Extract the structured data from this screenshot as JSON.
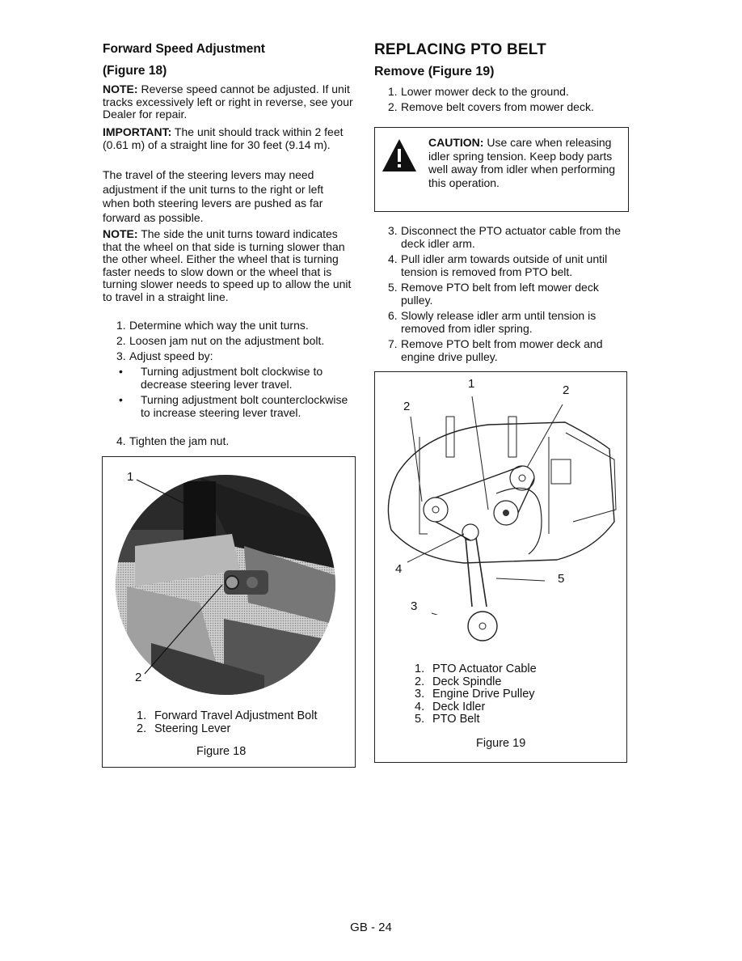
{
  "left": {
    "heading_line1": "Forward Speed Adjustment",
    "heading_line2": "(Figure 18)",
    "note1_label": "NOTE:",
    "note1_text": " Reverse speed cannot be adjusted. If unit tracks excessively left or right in reverse, see your Dealer for repair.",
    "important_label": "IMPORTANT:",
    "important_text": " The unit should track within 2 feet (0.61 m) of a straight line for 30 feet (9.14 m).",
    "travel_text": "The travel of the steering levers may need adjustment if the unit turns to the right or left when both steering levers are pushed as far forward as possible.",
    "note2_label": "NOTE:",
    "note2_text": " The side the unit turns toward indicates that the wheel on that side is turning slower than the other wheel. Either the wheel that is turning faster needs to slow down or the wheel that is turning slower needs to speed up to allow the unit to travel in a straight line.",
    "steps": [
      {
        "num": "1.",
        "text": "Determine which way the unit turns."
      },
      {
        "num": "2.",
        "text": "Loosen jam nut on the adjustment bolt."
      },
      {
        "num": "3.",
        "text": "Adjust speed by:"
      }
    ],
    "bullets": [
      {
        "mark": "•",
        "text": "Turning adjustment bolt clockwise to decrease steering lever travel."
      },
      {
        "mark": "•",
        "text": "Turning adjustment bolt counterclockwise to increase steering lever travel."
      }
    ],
    "step4": {
      "num": "4.",
      "text": "Tighten the jam nut."
    },
    "figure": {
      "callout1": "1",
      "callout2": "2",
      "legend": [
        {
          "num": "1.",
          "text": "Forward Travel Adjustment Bolt"
        },
        {
          "num": "2.",
          "text": "Steering Lever"
        }
      ],
      "caption": "Figure 18"
    }
  },
  "right": {
    "heading": "REPLACING PTO BELT",
    "subheading": "Remove (Figure 19)",
    "steps_a": [
      {
        "num": "1.",
        "text": "Lower mower deck to the ground."
      },
      {
        "num": "2.",
        "text": "Remove belt covers from mower deck."
      }
    ],
    "caution_label": "CAUTION:",
    "caution_text": " Use care when releasing idler spring tension. Keep body parts well away from idler when performing this operation.",
    "steps_b": [
      {
        "num": "3.",
        "text": "Disconnect the PTO actuator cable from the deck idler arm."
      },
      {
        "num": "4.",
        "text": "Pull idler arm towards outside of unit until tension is removed from PTO belt."
      },
      {
        "num": "5.",
        "text": "Remove PTO belt from left mower deck pulley."
      },
      {
        "num": "6.",
        "text": "Slowly release idler arm until tension is removed from idler spring."
      },
      {
        "num": "7.",
        "text": "Remove PTO belt from mower deck and engine drive pulley."
      }
    ],
    "figure": {
      "callouts": [
        "1",
        "2",
        "2",
        "3",
        "4",
        "5"
      ],
      "legend": [
        {
          "num": "1.",
          "text": "PTO Actuator Cable"
        },
        {
          "num": "2.",
          "text": "Deck Spindle"
        },
        {
          "num": "3.",
          "text": "Engine Drive Pulley"
        },
        {
          "num": "4.",
          "text": "Deck Idler"
        },
        {
          "num": "5.",
          "text": "PTO Belt"
        }
      ],
      "caption": "Figure 19"
    }
  },
  "footer": "GB - 24"
}
